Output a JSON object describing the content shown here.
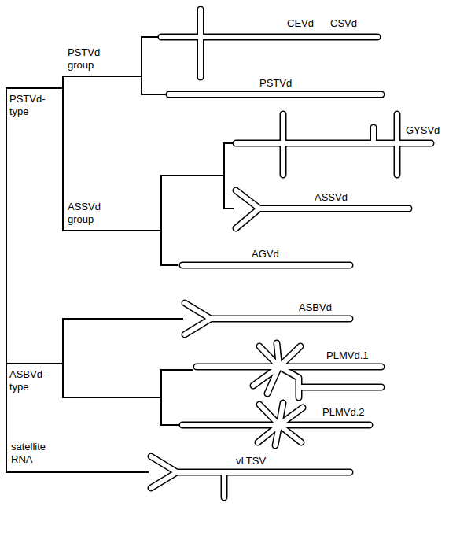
{
  "diagram": {
    "labels": [
      "PSTVd-type",
      "PSTVd group",
      "CEVd",
      "CSVd",
      "PSTVd",
      "ASSVd group",
      "GYSVd",
      "ASSVd",
      "AGVd",
      "ASBVd-type",
      "ASBVd",
      "PLMVd.1",
      "PLMVd.2",
      "satellite RNA",
      "vLTSV"
    ]
  }
}
